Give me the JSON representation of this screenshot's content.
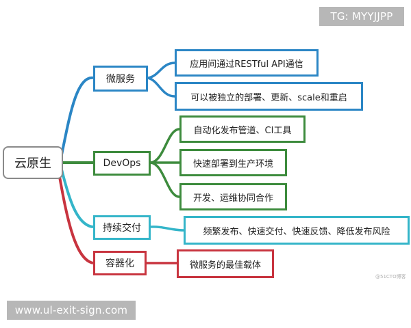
{
  "root": {
    "label": "云原生"
  },
  "branches": [
    {
      "label": "微服务",
      "color": "#2b86c5",
      "leaves": [
        "应用间通过RESTful API通信",
        "可以被独立的部署、更新、scale和重启"
      ]
    },
    {
      "label": "DevOps",
      "color": "#3d8b3d",
      "leaves": [
        "自动化发布管道、CI工具",
        "快速部署到生产环境",
        "开发、运维协同合作"
      ]
    },
    {
      "label": "持续交付",
      "color": "#34b5c9",
      "leaves": [
        "频繁发布、快速交付、快速反馈、降低发布风险"
      ]
    },
    {
      "label": "容器化",
      "color": "#c8343f",
      "leaves": [
        "微服务的最佳载体"
      ]
    }
  ],
  "overlays": {
    "top_tag": "TG: MYYJJPP",
    "bottom_tag": "www.ul-exit-sign.com",
    "watermark": "@51CTO博客"
  }
}
